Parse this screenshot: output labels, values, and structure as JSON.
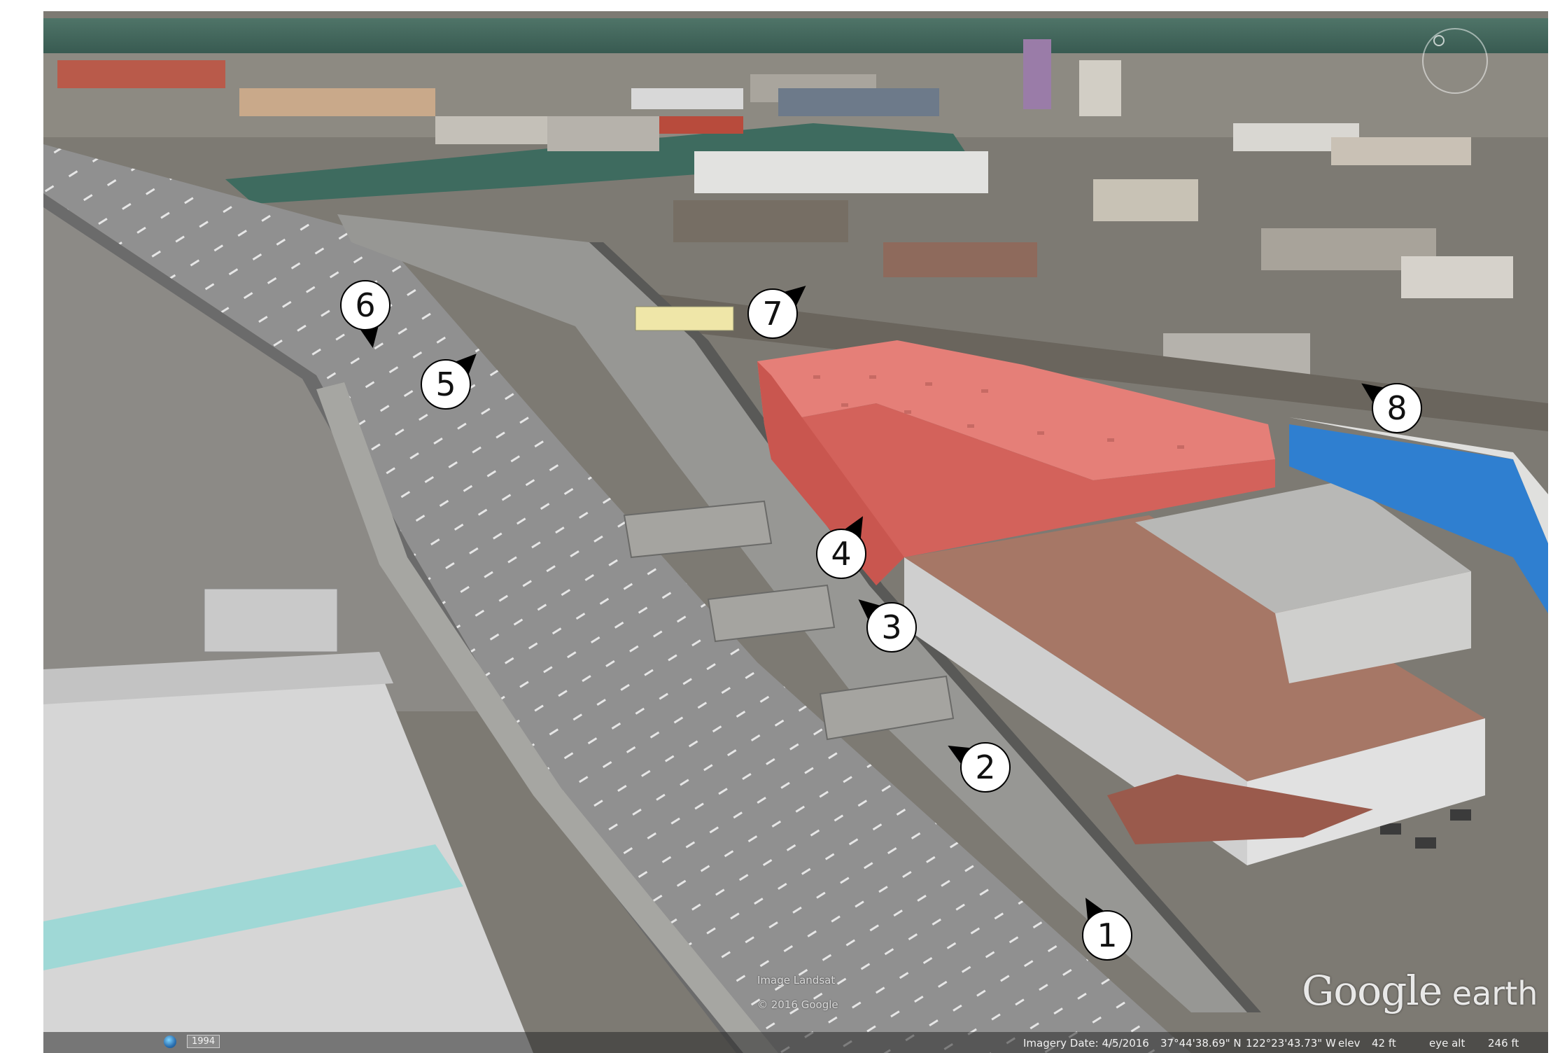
{
  "markers": [
    {
      "id": "1",
      "label": "1"
    },
    {
      "id": "2",
      "label": "2"
    },
    {
      "id": "3",
      "label": "3"
    },
    {
      "id": "4",
      "label": "4"
    },
    {
      "id": "5",
      "label": "5"
    },
    {
      "id": "6",
      "label": "6"
    },
    {
      "id": "7",
      "label": "7"
    },
    {
      "id": "8",
      "label": "8"
    }
  ],
  "highlight": {
    "color": "#e57f78"
  },
  "branding": {
    "logo_main": "Google",
    "logo_sub": " earth"
  },
  "credits": {
    "imagery": "Image Landsat",
    "copyright": "© 2016 Google"
  },
  "status": {
    "history_year": "1994",
    "imagery_date": "Imagery Date: 4/5/2016",
    "lat": "37°44'38.69\" N",
    "lon": "122°23'43.73\" W",
    "elev_label": "elev",
    "elev_value": "42 ft",
    "eye_label": "eye alt",
    "eye_value": "246 ft"
  },
  "colors": {
    "water": "#3e6b5f",
    "roadway": "#8f8f8b",
    "roof_red": "#9a4a3a",
    "wall_blue": "#2f7fd0"
  }
}
